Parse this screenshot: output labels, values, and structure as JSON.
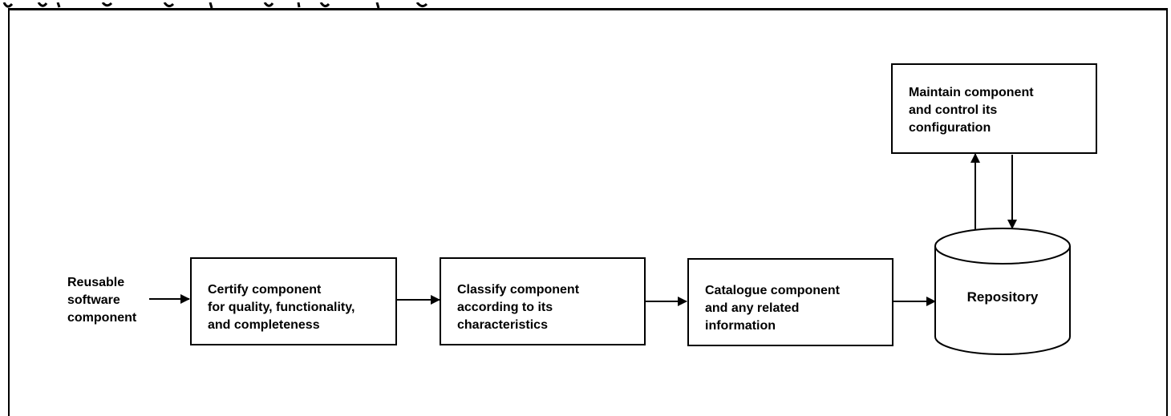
{
  "diagram": {
    "source_label": "Reusable\nsoftware\ncomponent",
    "steps": [
      {
        "label": "Certify component\nfor quality, functionality,\nand completeness"
      },
      {
        "label": "Classify component\naccording to its\ncharacteristics"
      },
      {
        "label": "Catalogue component\nand any related\ninformation"
      }
    ],
    "repository_label": "Repository",
    "maintain_label": "Maintain component\nand control its\nconfiguration"
  }
}
